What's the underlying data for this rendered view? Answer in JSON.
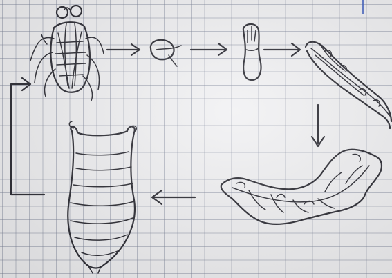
{
  "colors": {
    "ink": "#2a2a32",
    "paper": "#f1f1f3",
    "grid": "#8a90a4",
    "margin_mark": "#3a5bbf"
  },
  "stages": [
    {
      "name": "adult-fly"
    },
    {
      "name": "egg"
    },
    {
      "name": "larva"
    },
    {
      "name": "larva-feeding-leaf"
    },
    {
      "name": "damaged-leaf"
    },
    {
      "name": "pupa"
    }
  ]
}
